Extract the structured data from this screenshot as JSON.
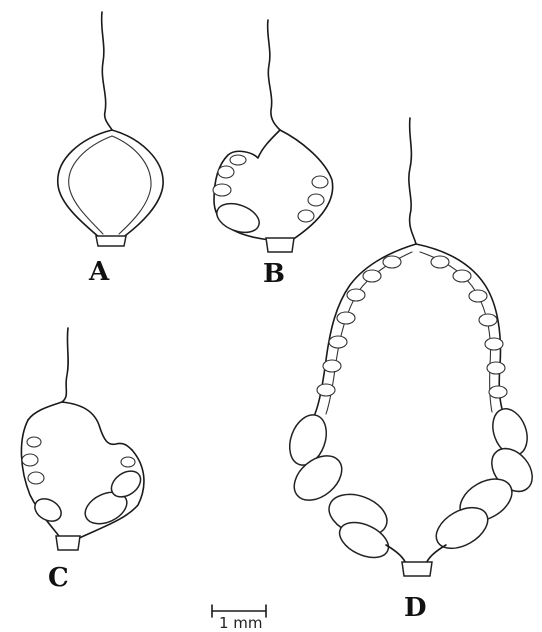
{
  "panels": [
    {
      "id": "A",
      "label": "A"
    },
    {
      "id": "B",
      "label": "B"
    },
    {
      "id": "C",
      "label": "C"
    },
    {
      "id": "D",
      "label": "D"
    }
  ],
  "scale_bar": {
    "label": "1 mm"
  },
  "colors": {
    "line": "#1a1a1a",
    "background": "#ffffff"
  }
}
